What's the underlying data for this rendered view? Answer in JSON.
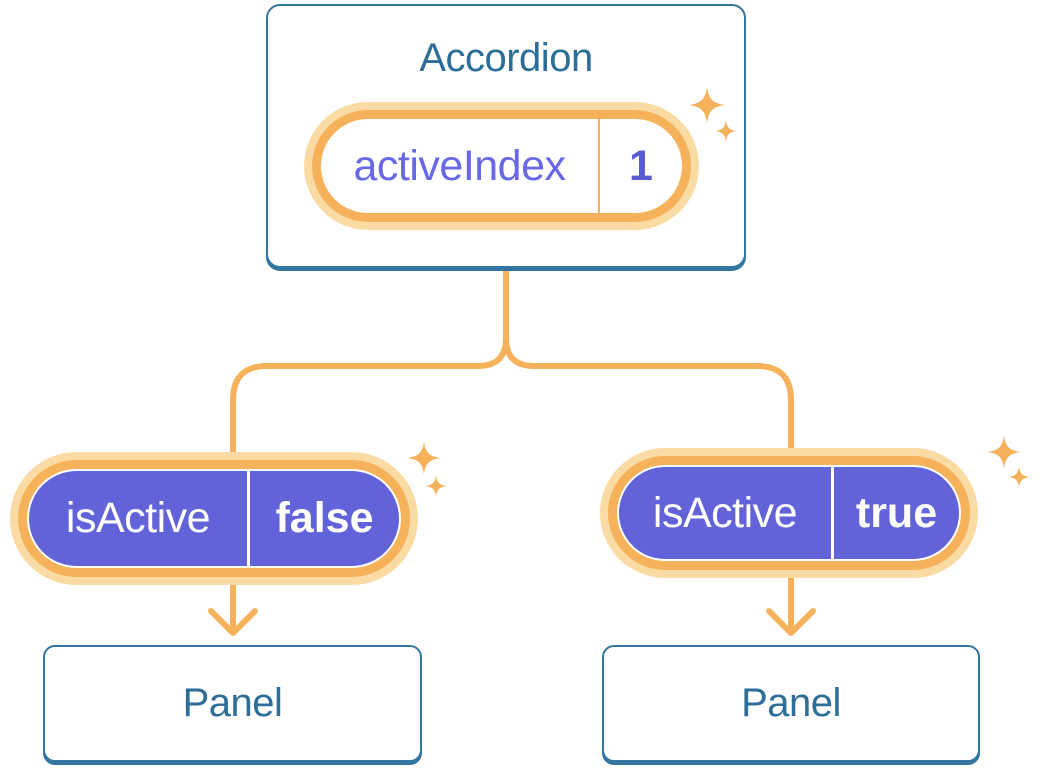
{
  "colors": {
    "accent_orange": "#F5B25A",
    "accent_orange_light": "#FBDBA4",
    "node_border_blue": "#3474A0",
    "node_text_blue": "#2D6E98",
    "pill_purple_fill": "#6363D9",
    "pill_name_purple": "#6868E6",
    "pill_value_purple": "#5A5AD2",
    "pill_text_white": "#FFFFFF"
  },
  "accordion": {
    "title": "Accordion",
    "state": {
      "name": "activeIndex",
      "value": "1"
    }
  },
  "branches": [
    {
      "prop": {
        "name": "isActive",
        "value": "false"
      },
      "panel": {
        "title": "Panel"
      }
    },
    {
      "prop": {
        "name": "isActive",
        "value": "true"
      },
      "panel": {
        "title": "Panel"
      }
    }
  ]
}
